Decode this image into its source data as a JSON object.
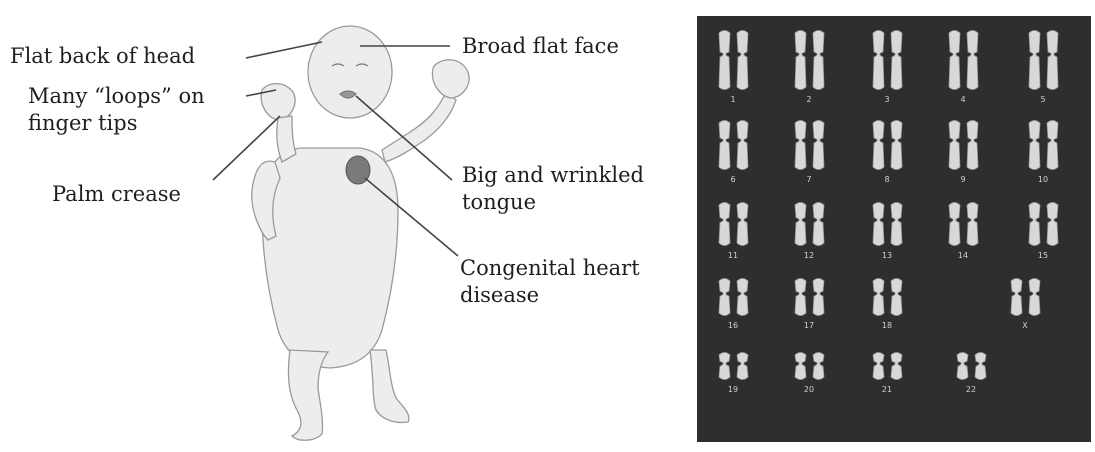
{
  "labels": {
    "flat_back_of_head": "Flat back of head",
    "many_loops_line1": "Many “loops” on",
    "many_loops_line2": "finger tips",
    "palm_crease": "Palm crease",
    "broad_flat_face": "Broad flat face",
    "big_wrinkled_tongue_line1": "Big and wrinkled",
    "big_wrinkled_tongue_line2": "tongue",
    "congenital_heart_line1": "Congenital heart",
    "congenital_heart_line2": "disease"
  },
  "karyotype": {
    "chromosome_numbers": [
      "1",
      "2",
      "3",
      "4",
      "5",
      "6",
      "7",
      "8",
      "9",
      "10",
      "11",
      "12",
      "13",
      "14",
      "15",
      "16",
      "17",
      "18",
      "X",
      "19",
      "20",
      "21",
      "22"
    ],
    "panel_color": "#2e2e2e",
    "chromosome_color": "#d8d8d8"
  }
}
